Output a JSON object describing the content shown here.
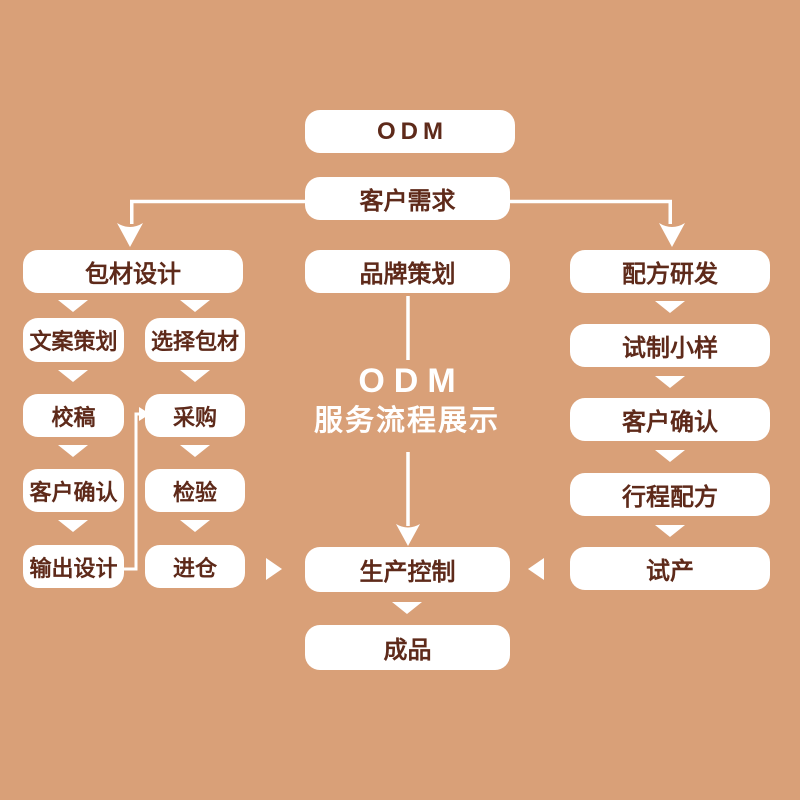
{
  "colors": {
    "background": "#d9a078",
    "box": "#ffffff",
    "text": "#5e2a1a",
    "connector": "#ffffff"
  },
  "center_title": {
    "line1": "ODM",
    "line2": "服务流程展示"
  },
  "nodes": {
    "odm": "ODM",
    "customer_needs": "客户需求",
    "packaging_design": "包材设计",
    "brand_planning": "品牌策划",
    "formula_rd": "配方研发",
    "copywriting": "文案策划",
    "select_packaging": "选择包材",
    "proofreading": "校稿",
    "purchasing": "采购",
    "customer_confirm_left": "客户确认",
    "inspection": "检验",
    "output_design": "输出设计",
    "warehousing": "进仓",
    "trial_sample": "试制小样",
    "customer_confirm_right": "客户确认",
    "schedule_formula": "行程配方",
    "trial_production": "试产",
    "production_control": "生产控制",
    "finished_product": "成品"
  },
  "edges": [
    [
      "客户需求",
      "包材设计"
    ],
    [
      "客户需求",
      "配方研发"
    ],
    [
      "包材设计",
      "文案策划"
    ],
    [
      "包材设计",
      "选择包材"
    ],
    [
      "文案策划",
      "校稿"
    ],
    [
      "校稿",
      "客户确认"
    ],
    [
      "客户确认",
      "输出设计"
    ],
    [
      "输出设计",
      "采购"
    ],
    [
      "选择包材",
      "采购"
    ],
    [
      "采购",
      "检验"
    ],
    [
      "检验",
      "进仓"
    ],
    [
      "进仓",
      "生产控制"
    ],
    [
      "品牌策划",
      "生产控制"
    ],
    [
      "配方研发",
      "试制小样"
    ],
    [
      "试制小样",
      "客户确认"
    ],
    [
      "客户确认",
      "行程配方"
    ],
    [
      "行程配方",
      "试产"
    ],
    [
      "试产",
      "生产控制"
    ],
    [
      "生产控制",
      "成品"
    ]
  ]
}
